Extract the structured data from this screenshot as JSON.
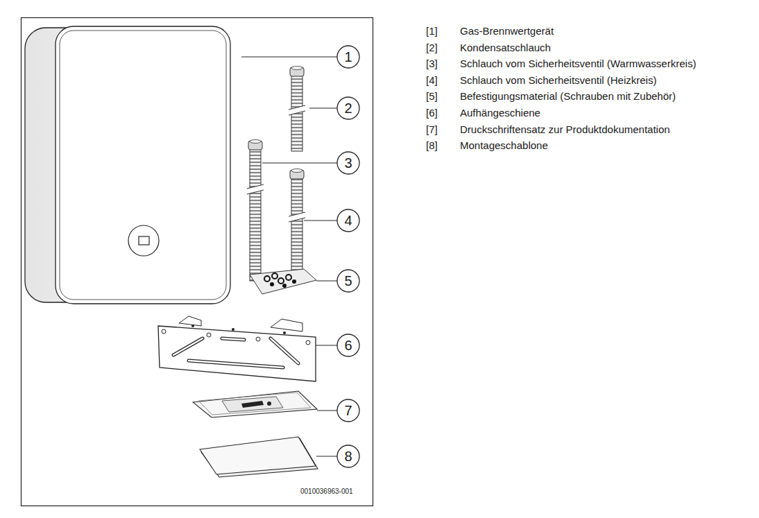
{
  "diagram": {
    "nodes": [
      {
        "text": [
          "1"
        ]
      },
      {
        "text": [
          "2"
        ]
      },
      {
        "text": [
          "3"
        ]
      },
      {
        "text": [
          "4"
        ]
      },
      {
        "text": [
          "5"
        ]
      },
      {
        "text": [
          "6"
        ]
      },
      {
        "text": [
          "7"
        ]
      },
      {
        "text": [
          "8"
        ]
      }
    ],
    "labels": [
      "[1]",
      "Gas-Brennwertgerät",
      "[2]",
      "Kondensatschlauch",
      "[3]",
      "Schlauch vom Sicherheitsventil (Warmwasserkreis)",
      "[4]",
      "Schlauch vom Sicherheitsventil (Heizkreis)",
      "[5]",
      "Befestigungsmaterial (Schrauben mit Zubehör)",
      "[6]",
      "Aufhängeschiene",
      "[7]",
      "Druckschriftensatz zur Produktdokumentation",
      "[8]",
      "Montageschablone",
      "0010036963-001"
    ]
  }
}
